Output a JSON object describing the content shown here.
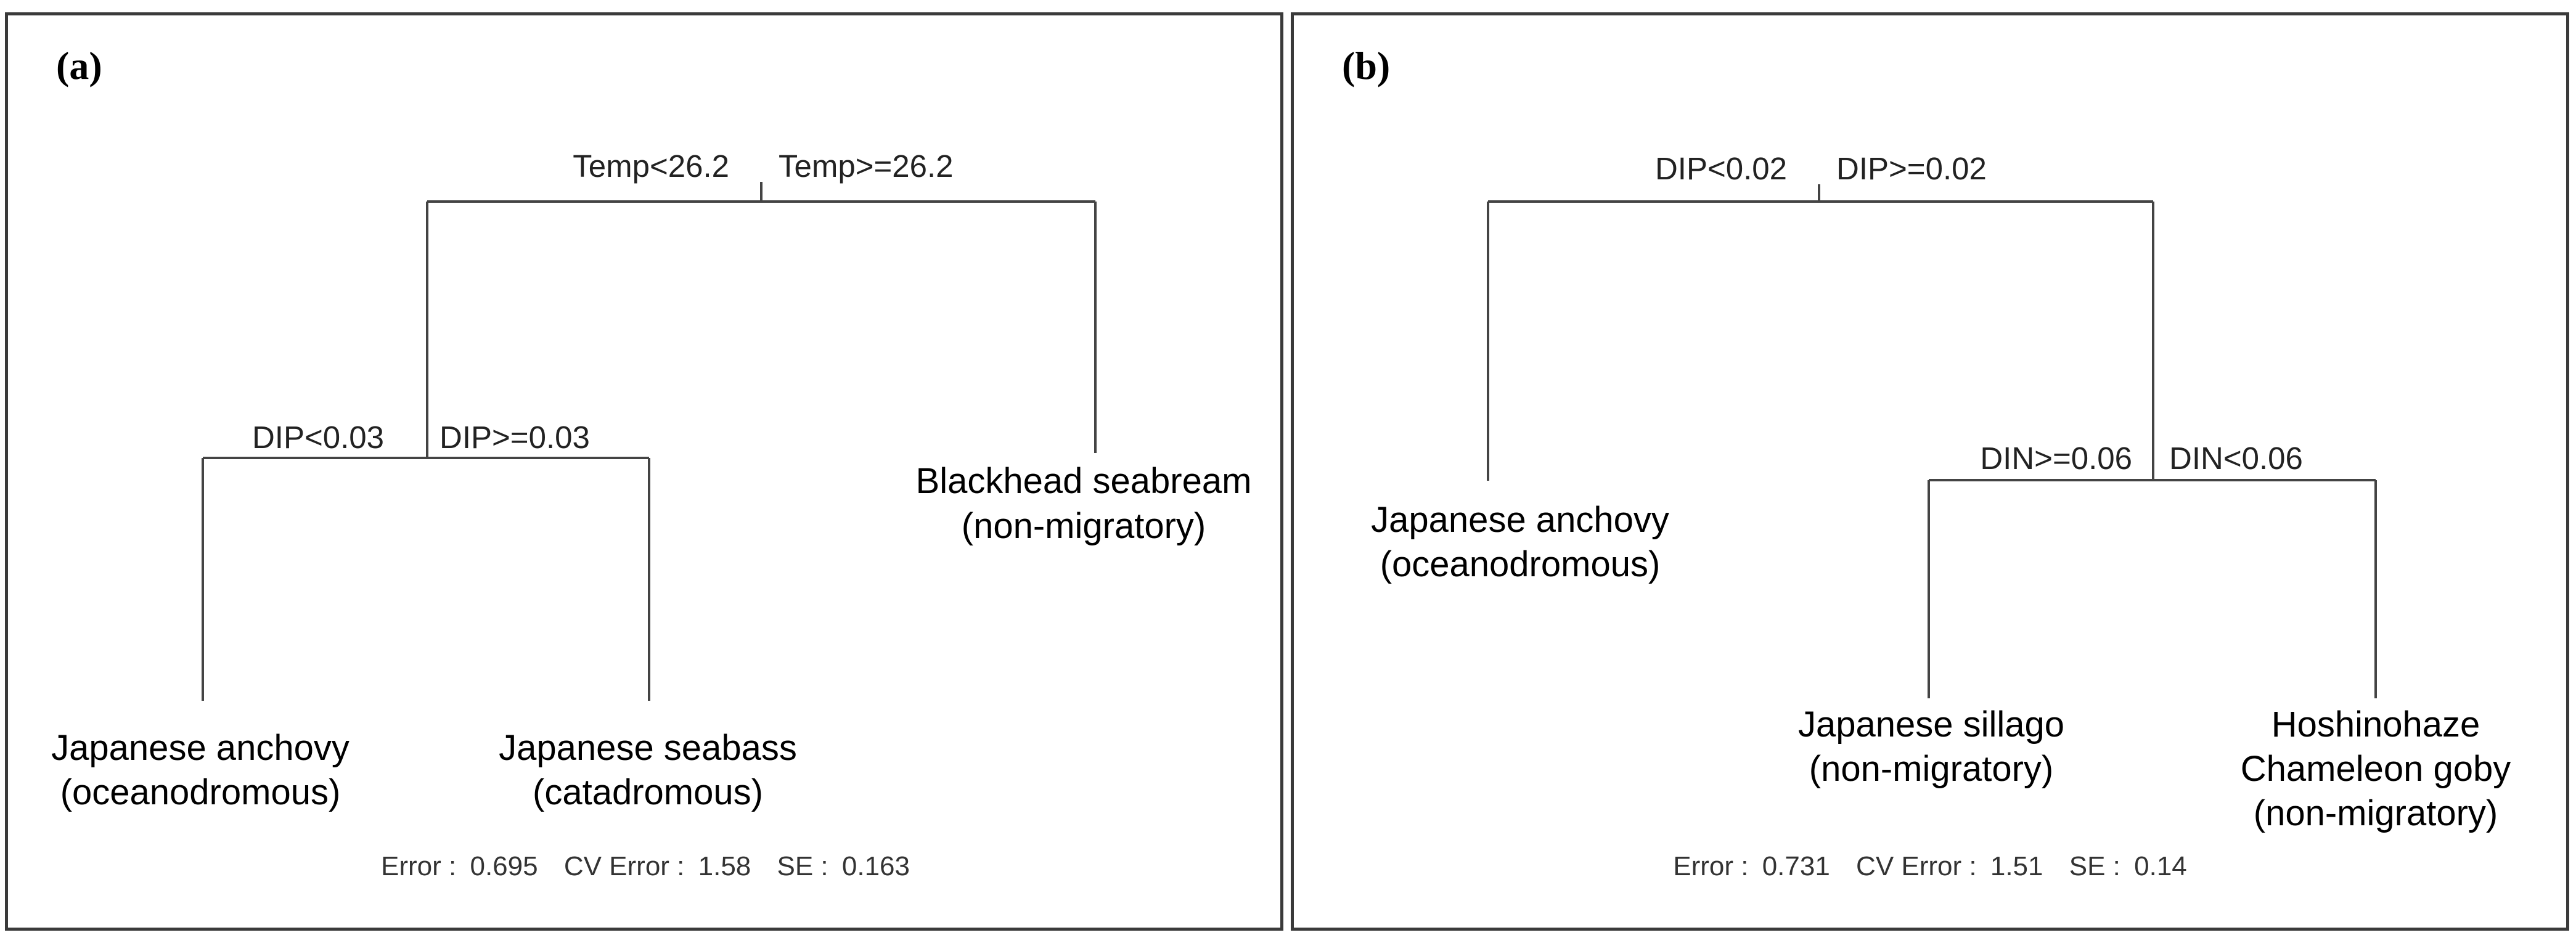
{
  "panels": {
    "a": {
      "tag": "(a)",
      "root": {
        "left": "Temp<26.2",
        "right": "Temp>=26.2"
      },
      "node2": {
        "left": "DIP<0.03",
        "right": "DIP>=0.03"
      },
      "leaves": [
        {
          "line1": "Japanese anchovy",
          "line2": "(oceanodromous)"
        },
        {
          "line1": "Japanese seabass",
          "line2": "(catadromous)"
        },
        {
          "line1": "Blackhead seabream",
          "line2": "(non-migratory)"
        }
      ],
      "footer": {
        "error_label": "Error :",
        "error_value": "0.695",
        "cv_label": "CV Error :",
        "cv_value": "1.58",
        "se_label": "SE :",
        "se_value": "0.163"
      }
    },
    "b": {
      "tag": "(b)",
      "root": {
        "left": "DIP<0.02",
        "right": "DIP>=0.02"
      },
      "node2": {
        "left": "DIN>=0.06",
        "right": "DIN<0.06"
      },
      "leaves": [
        {
          "line1": "Japanese anchovy",
          "line2": "(oceanodromous)"
        },
        {
          "line1": "Japanese sillago",
          "line2": "(non-migratory)"
        },
        {
          "line1": "Hoshinohaze",
          "line2": "Chameleon goby",
          "line3": "(non-migratory)"
        }
      ],
      "footer": {
        "error_label": "Error :",
        "error_value": "0.731",
        "cv_label": "CV Error :",
        "cv_value": "1.51",
        "se_label": "SE :",
        "se_value": "0.14"
      }
    }
  }
}
